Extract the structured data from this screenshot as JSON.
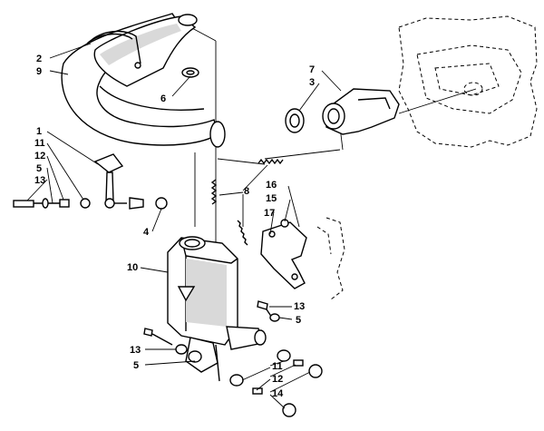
{
  "callouts": [
    {
      "id": "c2",
      "text": "2"
    },
    {
      "id": "c9",
      "text": "9"
    },
    {
      "id": "c6",
      "text": "6"
    },
    {
      "id": "c7",
      "text": "7"
    },
    {
      "id": "c3",
      "text": "3"
    },
    {
      "id": "c1",
      "text": "1"
    },
    {
      "id": "c11a",
      "text": "11"
    },
    {
      "id": "c12a",
      "text": "12"
    },
    {
      "id": "c5a",
      "text": "5"
    },
    {
      "id": "c13a",
      "text": "13"
    },
    {
      "id": "c4",
      "text": "4"
    },
    {
      "id": "c8",
      "text": "8"
    },
    {
      "id": "c16",
      "text": "16"
    },
    {
      "id": "c15",
      "text": "15"
    },
    {
      "id": "c17",
      "text": "17"
    },
    {
      "id": "c10",
      "text": "10"
    },
    {
      "id": "c13b",
      "text": "13"
    },
    {
      "id": "c5b",
      "text": "5"
    },
    {
      "id": "c13c",
      "text": "13"
    },
    {
      "id": "c5c",
      "text": "5"
    },
    {
      "id": "c11b",
      "text": "11"
    },
    {
      "id": "c12b",
      "text": "12"
    },
    {
      "id": "c14",
      "text": "14"
    }
  ]
}
